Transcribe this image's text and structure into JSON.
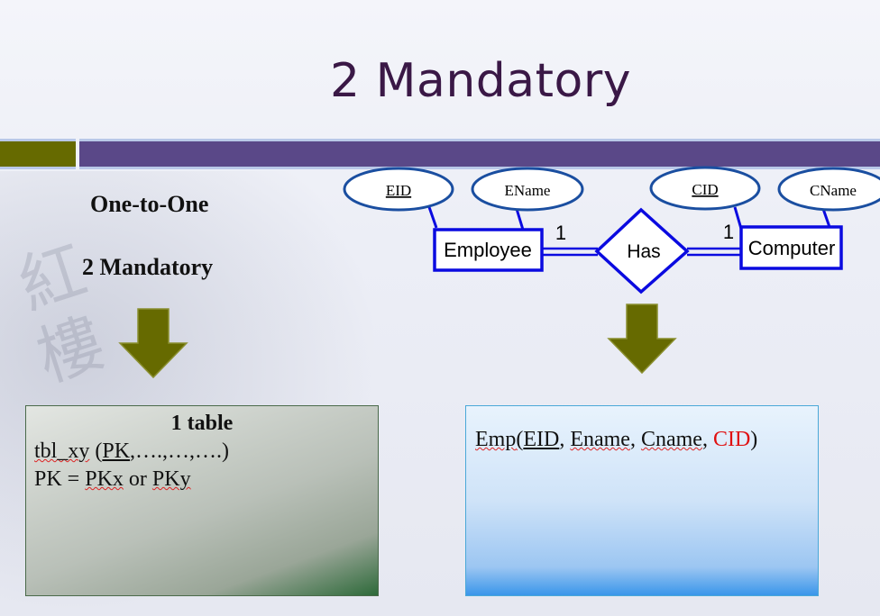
{
  "slide": {
    "title": "2 Mandatory"
  },
  "left_panel": {
    "relationship_type": "One-to-One",
    "participation": "2 Mandatory"
  },
  "left_box": {
    "heading": "1 table",
    "table_name": "tbl_xy",
    "table_cols_pk": "PK",
    "table_cols_rest": ",….,…,….",
    "pk_prefix": "PK = ",
    "pk_x": "PKx",
    "pk_or": " or ",
    "pk_y": "PKy"
  },
  "right_box": {
    "table_name": "Emp",
    "col_eid": "EID",
    "col_ename": "Ename",
    "col_cname": "Cname",
    "col_cid": "CID"
  },
  "diagram": {
    "entity_left": "Employee",
    "entity_right": "Computer",
    "relationship": "Has",
    "card_left": "1",
    "card_right": "1",
    "attr_eid": "EID",
    "attr_ename": "EName",
    "attr_cid": "CID",
    "attr_cname": "CName"
  },
  "colors": {
    "title": "#3a1846",
    "band_left": "#666a00",
    "band_right": "#5a4888",
    "arrow": "#666a00",
    "er_stroke": "#0a0ae0",
    "foreign_key": "#e01010"
  },
  "icons": {
    "down_arrow_left": "down-arrow-icon",
    "down_arrow_right": "down-arrow-icon"
  }
}
